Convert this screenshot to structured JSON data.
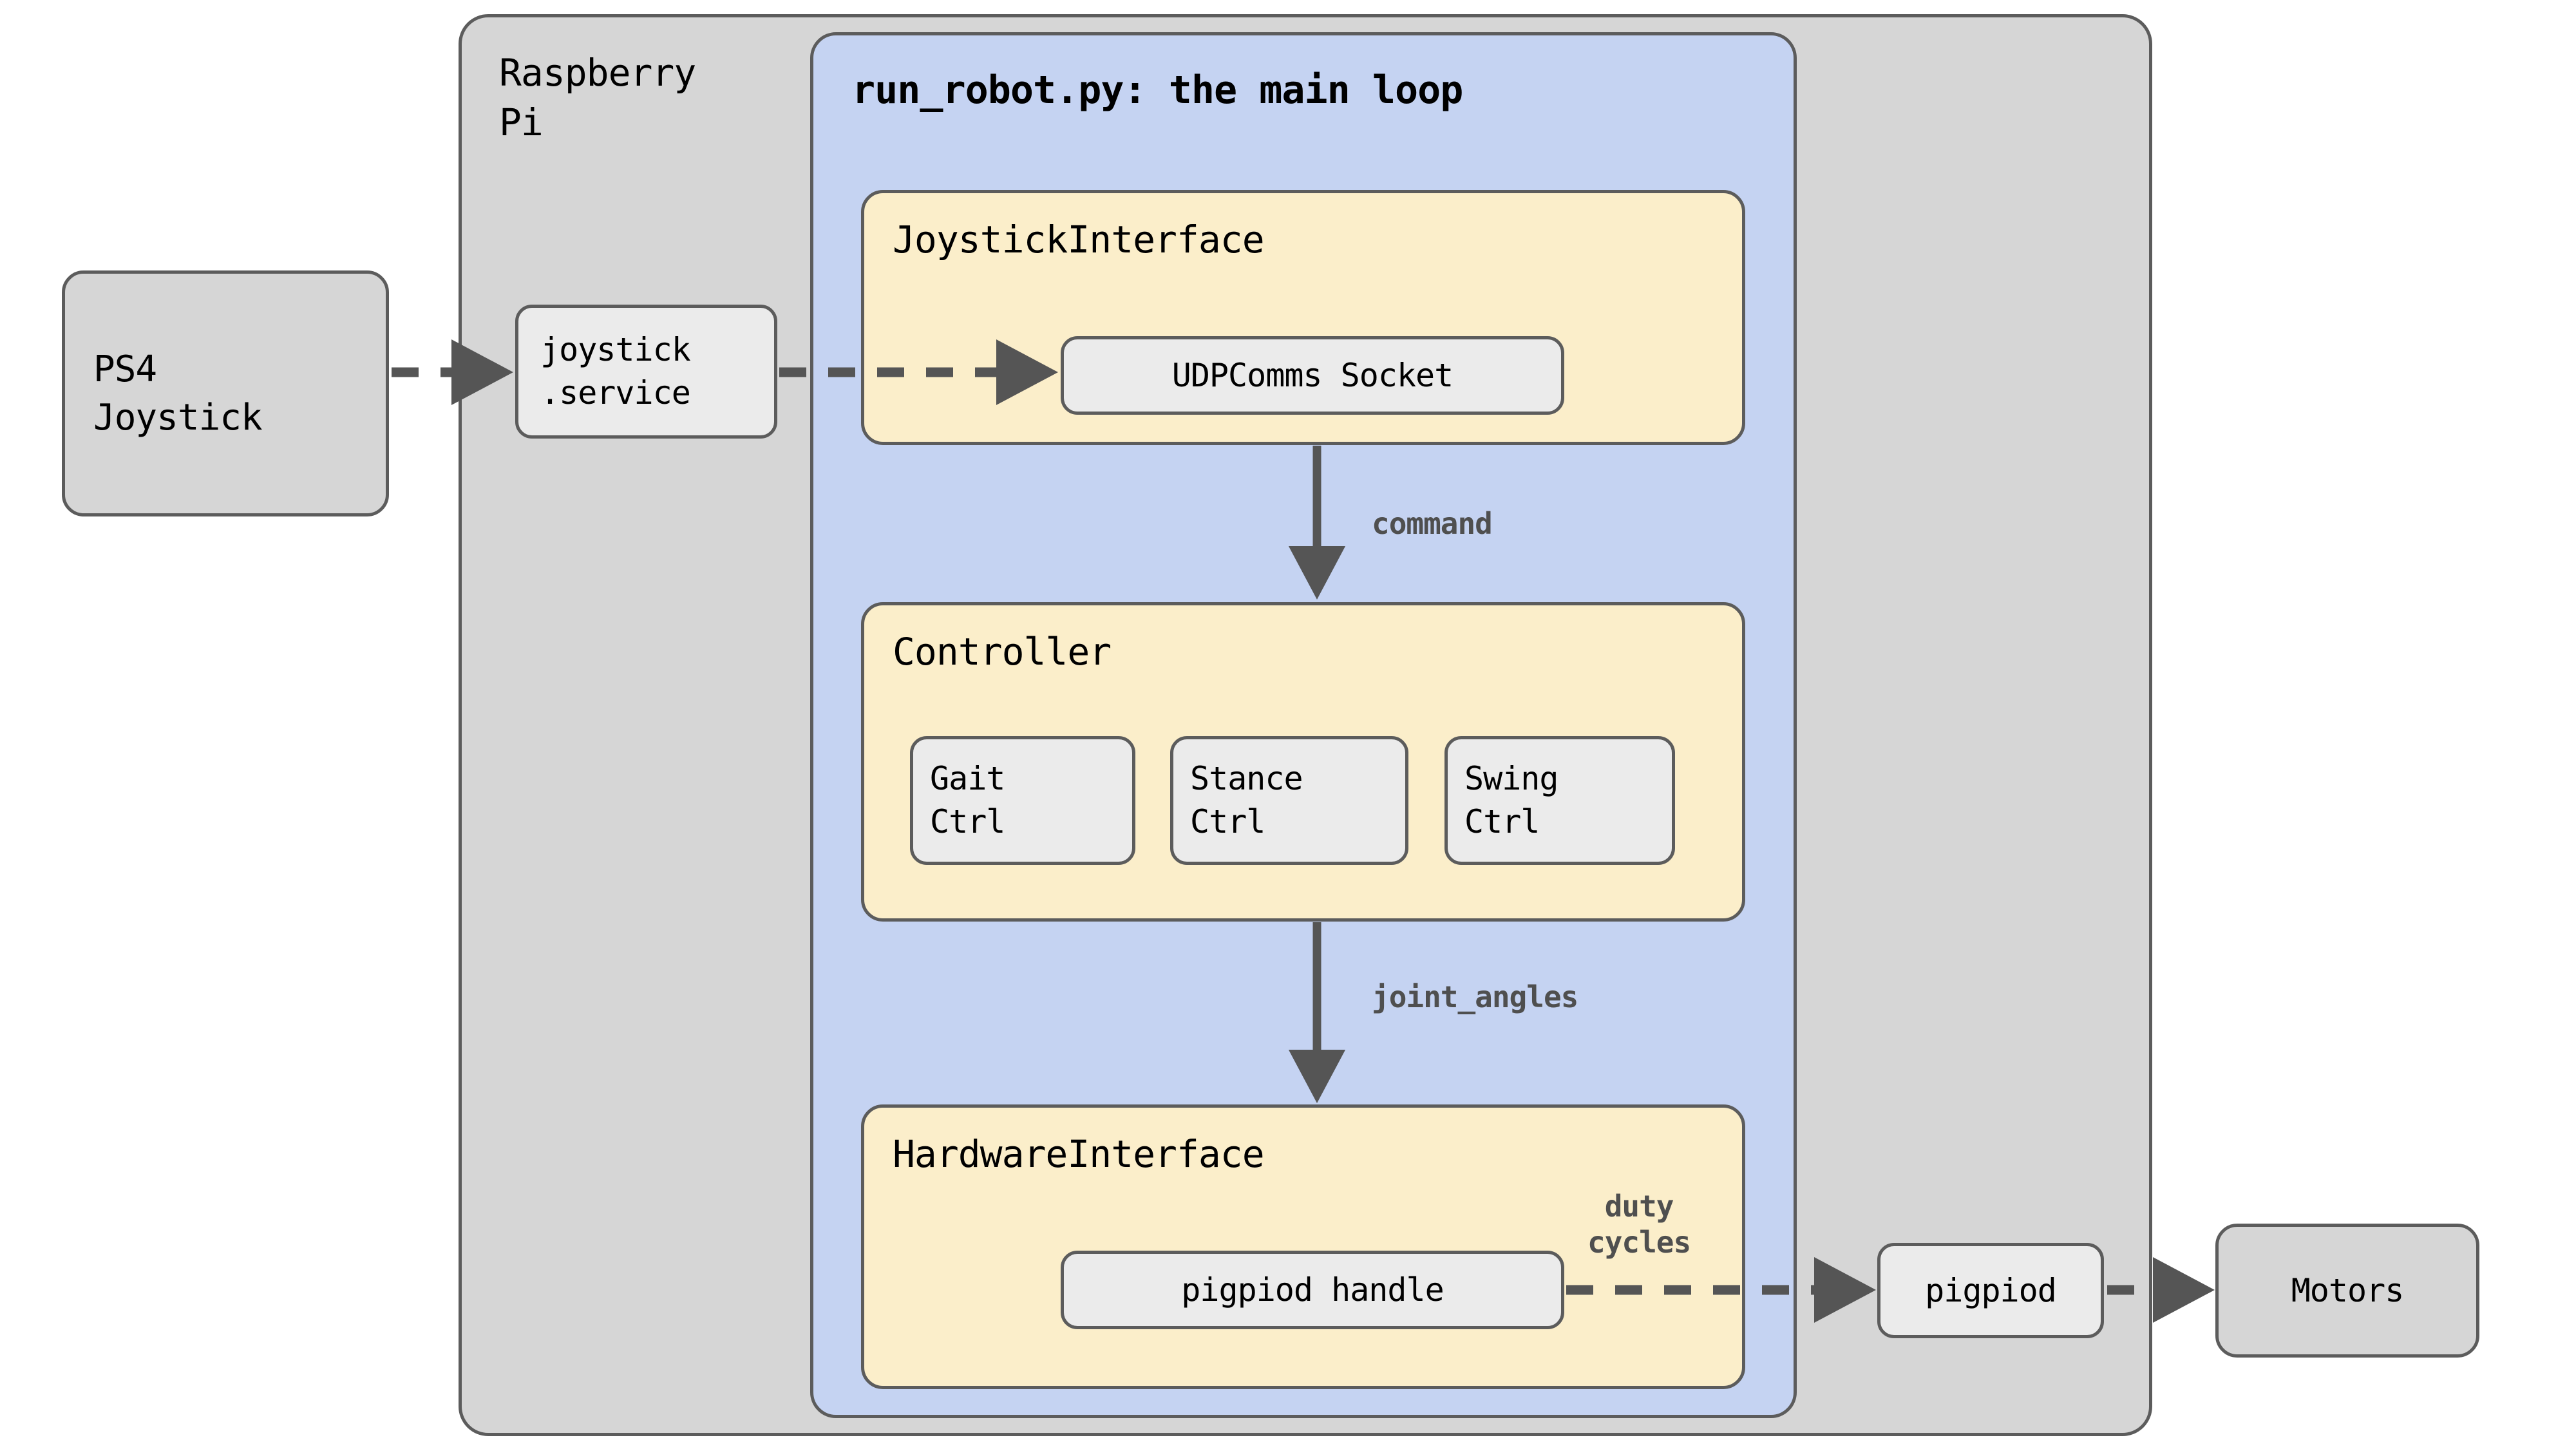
{
  "diagram": {
    "containers": {
      "rpi": {
        "label": "Raspberry\nPi",
        "fill": "#d6d6d6",
        "stroke": "#5c5c5c"
      },
      "main_loop": {
        "title": "run_robot.py: the main loop",
        "fill": "#c5d3f2",
        "stroke": "#5c5c5c"
      }
    },
    "external_nodes": [
      {
        "name": "ps4-joystick",
        "label": "PS4\nJoystick",
        "fill": "#d6d6d6"
      },
      {
        "name": "motors",
        "label": "Motors",
        "fill": "#d6d6d6"
      }
    ],
    "rpi_nodes": [
      {
        "name": "joystick-service",
        "label": "joystick\n.service",
        "fill": "#ebebeb"
      },
      {
        "name": "pigpiod",
        "label": "pigpiod",
        "fill": "#ebebeb"
      }
    ],
    "components": [
      {
        "name": "joystick-interface",
        "title": "JoystickInterface",
        "children": [
          {
            "name": "udpcomms-socket",
            "label": "UDPComms Socket"
          }
        ]
      },
      {
        "name": "controller",
        "title": "Controller",
        "children": [
          {
            "name": "gait-ctrl",
            "label": "Gait\nCtrl"
          },
          {
            "name": "stance-ctrl",
            "label": "Stance\nCtrl"
          },
          {
            "name": "swing-ctrl",
            "label": "Swing\nCtrl"
          }
        ]
      },
      {
        "name": "hardware-interface",
        "title": "HardwareInterface",
        "children": [
          {
            "name": "pigpiod-handle",
            "label": "pigpiod handle"
          }
        ]
      }
    ],
    "edge_labels": {
      "command": "command",
      "joint_angles": "joint_angles",
      "duty_cycles": "duty\ncycles"
    },
    "colors": {
      "component_fill": "#fbeeca",
      "leaf_fill": "#ebebeb",
      "container_fill": "#d6d6d6",
      "main_loop_fill": "#c5d3f2",
      "stroke": "#5c5c5c",
      "edge": "#555555",
      "edge_label": "#4f4f4f"
    }
  }
}
